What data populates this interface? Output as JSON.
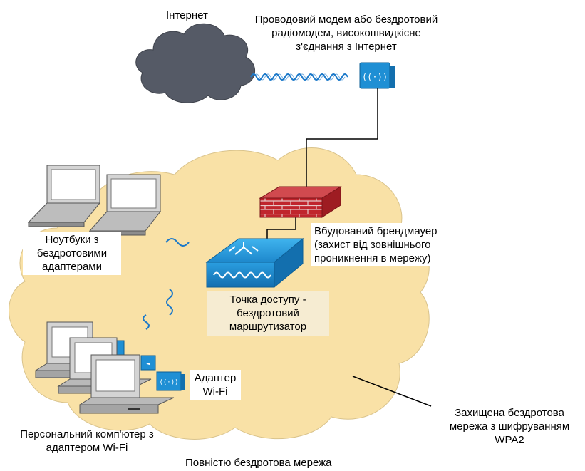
{
  "labels": {
    "internet": "Інтернет",
    "modem": [
      "Проводовий модем або бездротовий",
      "радіомодем, високошвидкісне",
      "з'єднання з Інтернет"
    ],
    "laptops": [
      "Ноутбуки з",
      "бездротовими",
      "адаптерами"
    ],
    "firewall": [
      "Вбудований брендмауер",
      "(захист від зовнішнього",
      "проникнення в мережу)"
    ],
    "access_point": [
      "Точка доступу -",
      "бездротовий",
      "маршрутизатор"
    ],
    "adapter": [
      "Адаптер",
      "Wi-Fi"
    ],
    "pc": [
      "Персональний комп'ютер з",
      "адаптером Wi-Fi"
    ],
    "secure_network": [
      "Захищена бездротова",
      "мережа з шифруванням",
      "WPA2"
    ],
    "caption": "Повністю бездротова мережа"
  },
  "colors": {
    "cloud_internet": "#555a66",
    "cloud_network": "#f9e1a6",
    "firewall": "#b8232b",
    "device_blue": "#1f8fd4",
    "wave": "#1a78c9"
  },
  "icons": {
    "cloud": "internet-cloud-icon",
    "modem": "modem-icon",
    "firewall": "firewall-icon",
    "access_point": "access-point-icon",
    "laptop": "laptop-icon",
    "pc": "desktop-pc-icon",
    "adapter": "wifi-adapter-icon"
  }
}
